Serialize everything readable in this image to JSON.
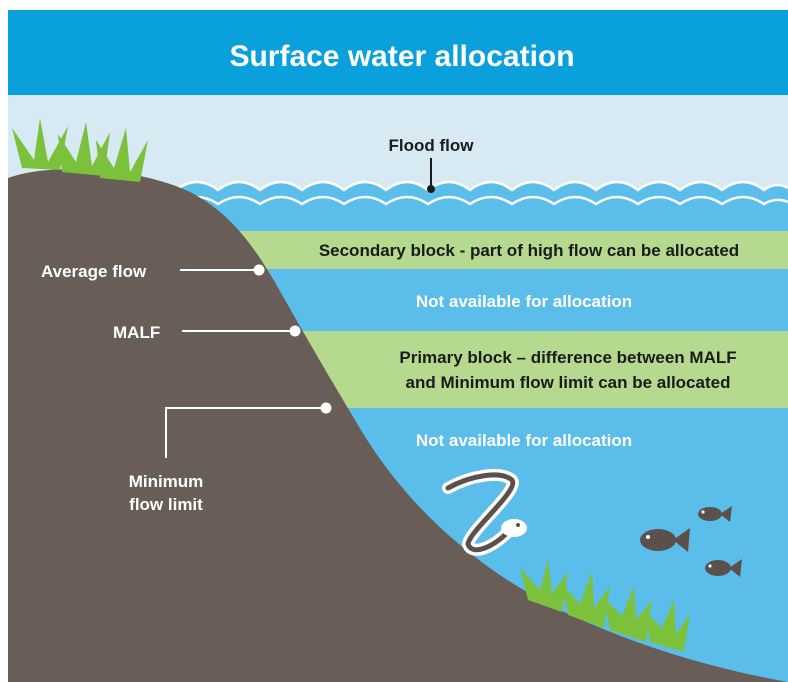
{
  "title": "Surface water allocation",
  "labels": {
    "flood_flow": "Flood flow",
    "secondary_block": "Secondary block - part of high flow can be allocated",
    "not_available_upper": "Not available for allocation",
    "primary_block_line1": "Primary block – difference between MALF",
    "primary_block_line2": "and Minimum flow limit can be allocated",
    "not_available_lower": "Not available for allocation",
    "average_flow": "Average flow",
    "malf": "MALF",
    "minimum_flow_line1": "Minimum",
    "minimum_flow_line2": "flow limit"
  },
  "icons": {
    "eel": "eel-icon",
    "fish": "fish-icon",
    "grass": "grass-icon",
    "waves": "wave-icon"
  },
  "colors": {
    "header_blue": "#0aa0dc",
    "sky": "#d7eaf4",
    "water": "#5bbdea",
    "allocation_band": "#b5d98e",
    "land": "#695e57",
    "grass": "#7cc13b",
    "fish": "#5a504c"
  }
}
